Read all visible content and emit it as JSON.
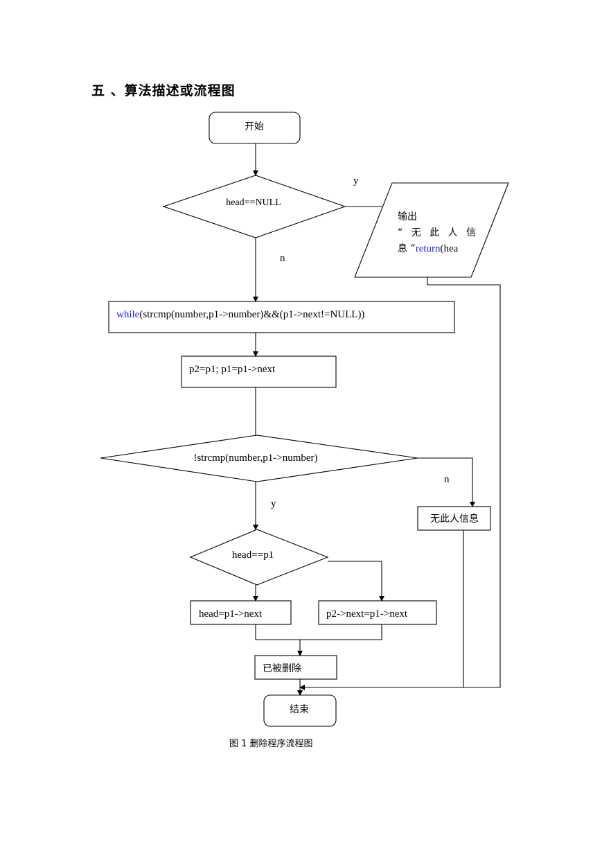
{
  "heading": "五 、算法描述或流程图",
  "nodes": {
    "start": "开始",
    "cond_head_null": "head==NULL",
    "output_line1": "输出",
    "output_line2": "“ 无 此 人 信",
    "output_line3_prefix": "息 ”",
    "output_line3_keyword": "return",
    "output_line3_suffix": "(hea",
    "while_keyword": "while",
    "while_rest": "(strcmp(number,p1->number)&&(p1->next!=NULL))",
    "advance": "p2=p1; p1=p1->next",
    "cond_strcmp": "!strcmp(number,p1->number)",
    "not_found": "无此人信息",
    "cond_head_p1": "head==p1",
    "head_assign": "head=p1->next",
    "p2_assign": "p2->next=p1->next",
    "deleted": "已被删除",
    "end": "结束"
  },
  "labels": {
    "y_top": "y",
    "n_top": "n",
    "n_mid": "n",
    "y_mid": "y"
  },
  "caption": "图 1 删除程序流程图"
}
